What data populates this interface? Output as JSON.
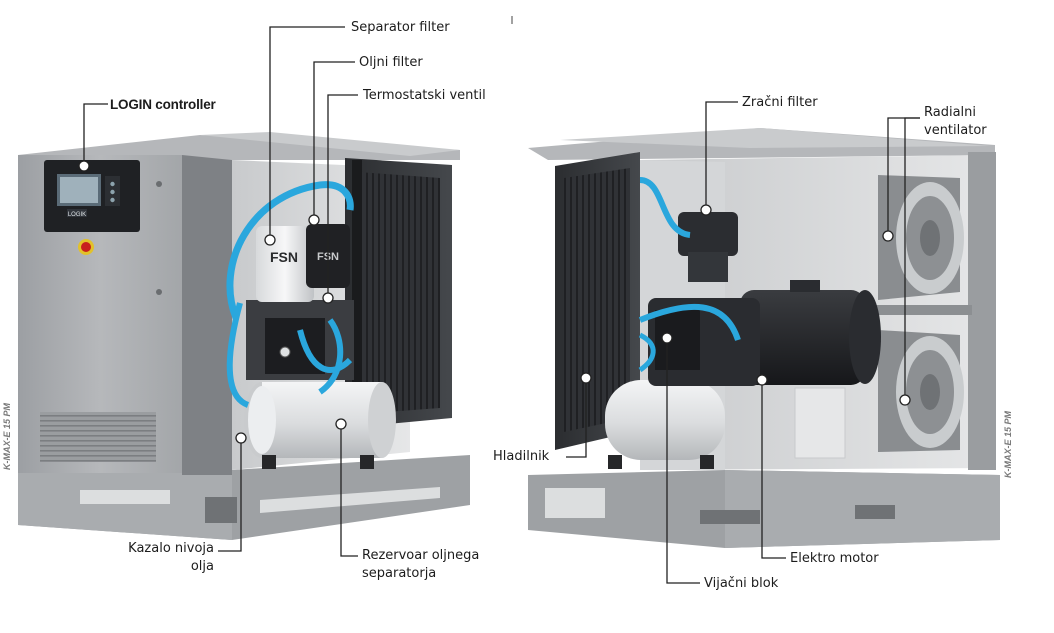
{
  "labels": {
    "login_controller": "LOGIN controller",
    "separator_filter": "Separator filter",
    "oljni_filter": "Oljni filter",
    "termostatski_ventil": "Termostatski ventil",
    "kazalo_line1": "Kazalo nivoja",
    "kazalo_line2": "olja",
    "rezervoar_line1": "Rezervoar oljnega",
    "rezervoar_line2": "separatorja",
    "zracni_filter": "Zračni filter",
    "radialni_line1": "Radialni",
    "radialni_line2": "ventilator",
    "hladilnik": "Hladilnik",
    "elektro_motor": "Elektro motor",
    "vijacni_blok": "Vijačni blok"
  },
  "model_marks": {
    "left": "K-MAX-E 15 PM",
    "right": "K-MAX-E 15 PM"
  },
  "logos": {
    "brand": "FSN",
    "controller": "LOGIK"
  }
}
